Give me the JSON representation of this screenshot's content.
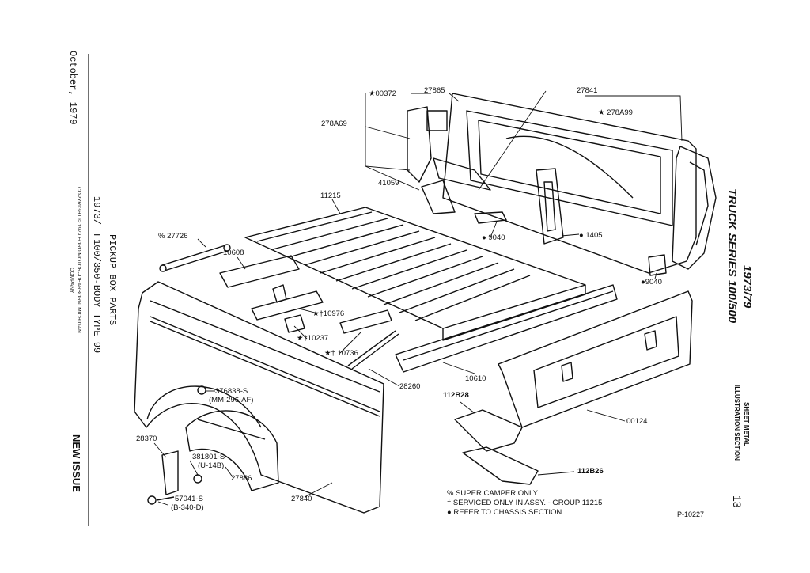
{
  "left_margin": {
    "date": "October, 1979",
    "copyright": "COPYRIGHT © 1979   FORD MOTOR--DEARBORN, MICHIGAN",
    "copyright_company": "COMPANY",
    "years": "1973/",
    "series_line": "F100/350-BODY TYPE 99",
    "title_line": "PICKUP BOX PARTS",
    "new_issue": "NEW ISSUE"
  },
  "right_margin": {
    "years": "1973/79",
    "truck_series": "TRUCK SERIES 100/500",
    "section_line1": "SHEET METAL",
    "section_line2": "ILLUSTRATION SECTION",
    "page_number": "13"
  },
  "callouts": [
    {
      "id": "c00372",
      "text": "★00372"
    },
    {
      "id": "c27865",
      "text": "27865"
    },
    {
      "id": "c27841",
      "text": "27841"
    },
    {
      "id": "c278A99",
      "text": "★ 278A99"
    },
    {
      "id": "c278A69",
      "text": "278A69"
    },
    {
      "id": "c41059",
      "text": "41059"
    },
    {
      "id": "c11215",
      "text": "11215"
    },
    {
      "id": "c9040a",
      "text": "● 9040"
    },
    {
      "id": "c1405",
      "text": "● 1405"
    },
    {
      "id": "c9040b",
      "text": "●9040"
    },
    {
      "id": "c27726",
      "text": "% 27726"
    },
    {
      "id": "c10608",
      "text": "10608"
    },
    {
      "id": "c10976",
      "text": "★†10976"
    },
    {
      "id": "c10237",
      "text": "★†10237"
    },
    {
      "id": "c10736",
      "text": "★† 10736"
    },
    {
      "id": "c28260",
      "text": "28260"
    },
    {
      "id": "c10610",
      "text": "10610"
    },
    {
      "id": "c112B28",
      "text": "112B28"
    },
    {
      "id": "c00124",
      "text": "00124"
    },
    {
      "id": "c376838",
      "text": "376838-S"
    },
    {
      "id": "c376838b",
      "text": "(MM-296-AF)"
    },
    {
      "id": "c28370",
      "text": "28370"
    },
    {
      "id": "c381801",
      "text": "381801-S"
    },
    {
      "id": "c381801b",
      "text": "(U-14B)"
    },
    {
      "id": "c27886",
      "text": "27886"
    },
    {
      "id": "c57041",
      "text": "57041-S"
    },
    {
      "id": "c57041b",
      "text": "(B-340-D)"
    },
    {
      "id": "c27840",
      "text": "27840"
    },
    {
      "id": "c112B26",
      "text": "112B26"
    }
  ],
  "legend": [
    "% SUPER CAMPER ONLY",
    "† SERVICED ONLY IN ASSY. - GROUP 11215",
    "● REFER TO CHASSIS SECTION"
  ],
  "figure_number": "P-10227"
}
